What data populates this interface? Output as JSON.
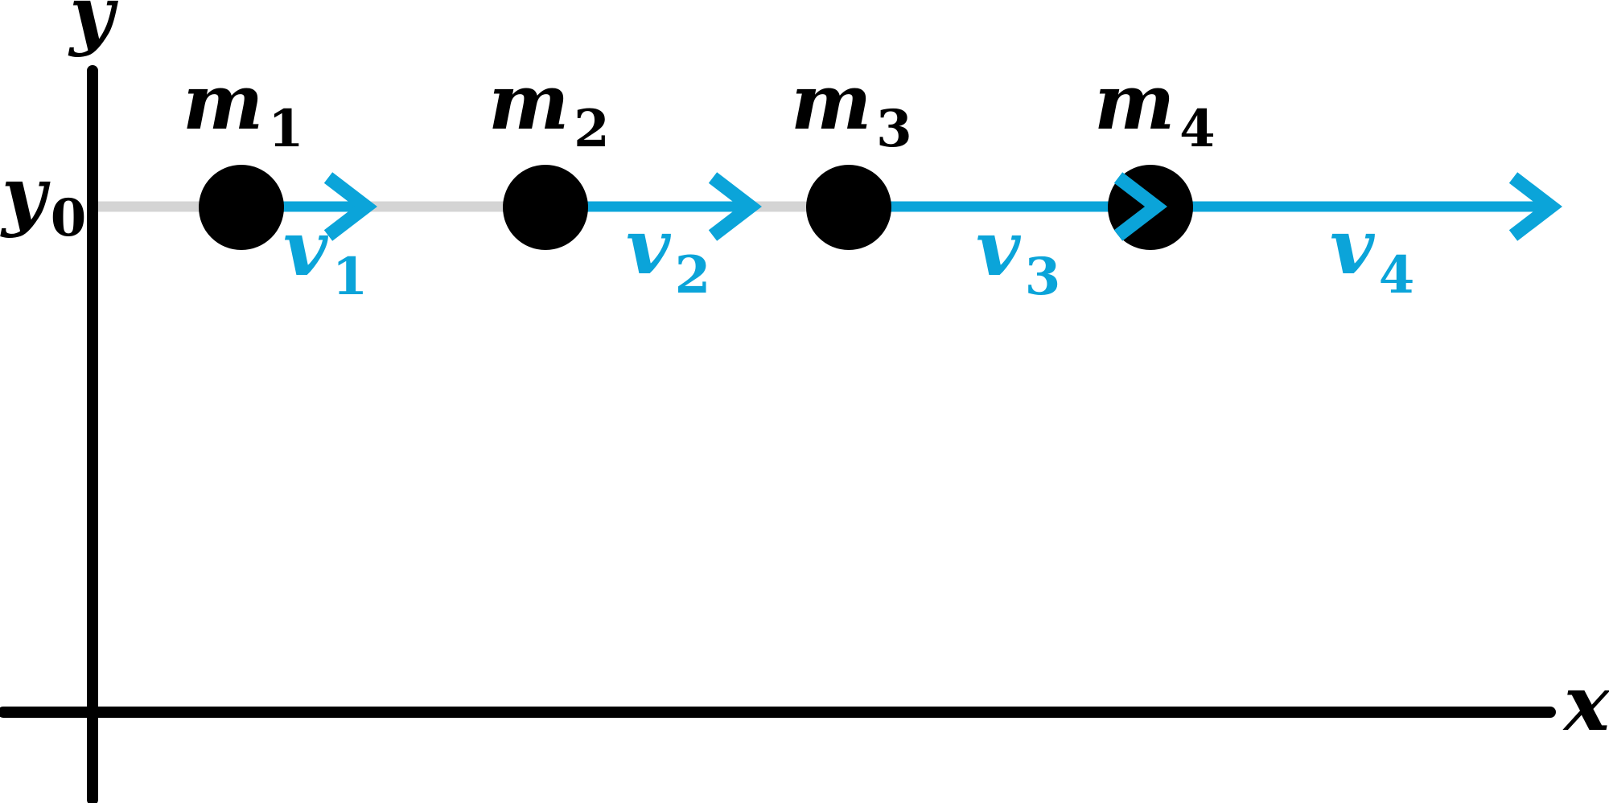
{
  "diagram": {
    "axis": {
      "x_label": "x",
      "y_label": "y",
      "y0_label": {
        "base": "y",
        "sub": "0"
      }
    },
    "masses": [
      {
        "base": "m",
        "sub": "1"
      },
      {
        "base": "m",
        "sub": "2"
      },
      {
        "base": "m",
        "sub": "3"
      },
      {
        "base": "m",
        "sub": "4"
      }
    ],
    "velocities": [
      {
        "base": "v",
        "sub": "1"
      },
      {
        "base": "v",
        "sub": "2"
      },
      {
        "base": "v",
        "sub": "3"
      },
      {
        "base": "v",
        "sub": "4"
      }
    ],
    "colors": {
      "ink": "#000000",
      "velocity_blue": "#0ba4d9",
      "baseline_gray": "#d4d4d4",
      "background": "#ffffff"
    }
  }
}
